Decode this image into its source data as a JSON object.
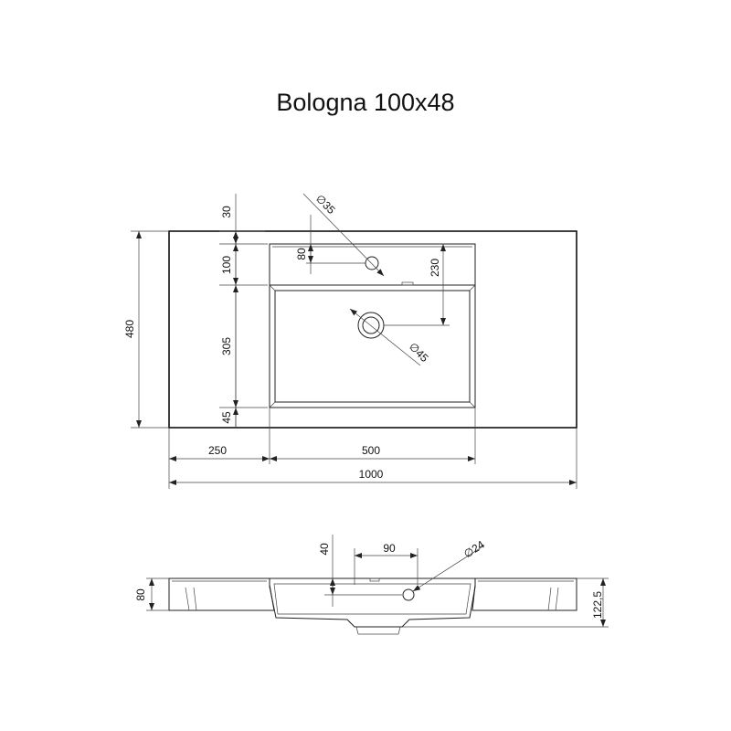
{
  "title": "Bologna 100x48",
  "top_view": {
    "dim_30": "30",
    "dim_100": "100",
    "dim_80": "80",
    "dim_diam35": "∅35",
    "dim_230": "230",
    "dim_480": "480",
    "dim_305": "305",
    "dim_diam45": "∅45",
    "dim_45": "45",
    "dim_250": "250",
    "dim_500": "500",
    "dim_1000": "1000"
  },
  "side_view": {
    "dim_40": "40",
    "dim_90": "90",
    "dim_diam24": "∅24",
    "dim_80": "80",
    "dim_122_5": "122,5"
  }
}
